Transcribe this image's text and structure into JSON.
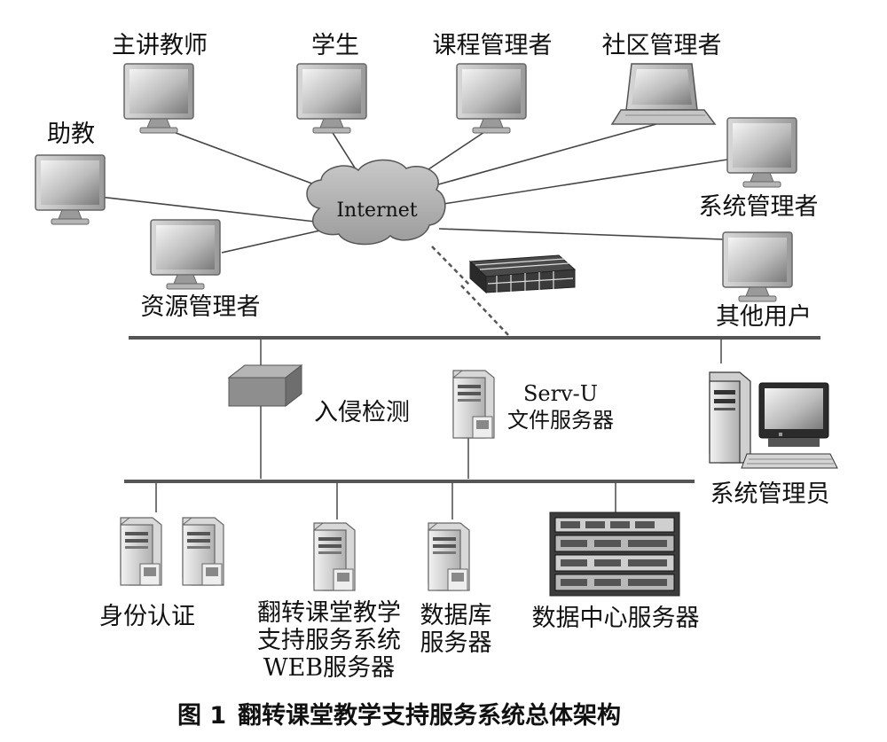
{
  "users": {
    "lead_teacher": "主讲教师",
    "student": "学生",
    "course_admin": "课程管理者",
    "community_admin": "社区管理者",
    "assistant": "助教",
    "system_admin_user": "系统管理者",
    "resource_admin": "资源管理者",
    "other_users": "其他用户"
  },
  "network": {
    "internet": "Internet"
  },
  "dmz": {
    "intrusion_detection": "入侵检测",
    "servu_line1": "Serv-U",
    "servu_line2": "文件服务器",
    "system_operator": "系统管理员"
  },
  "servers": {
    "auth": "身份认证",
    "web_line1": "翻转课堂教学",
    "web_line2": "支持服务系统",
    "web_line3": "WEB服务器",
    "db_line1": "数据库",
    "db_line2": "服务器",
    "datacenter": "数据中心服务器"
  },
  "caption": {
    "number": "图 1",
    "title": "翻转课堂教学支持服务系统总体架构"
  }
}
